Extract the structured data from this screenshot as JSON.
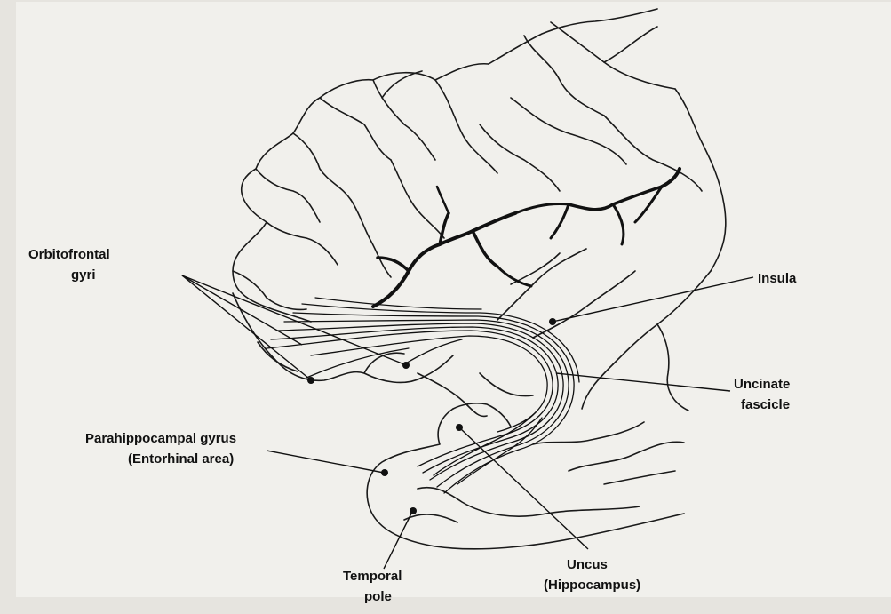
{
  "labels": {
    "orbitofrontal_1": "Orbitofrontal",
    "orbitofrontal_2": "gyri",
    "insula": "Insula",
    "uncinate_1": "Uncinate",
    "uncinate_2": "fascicle",
    "parahippocampal_1": "Parahippocampal gyrus",
    "parahippocampal_2": "(Entorhinal area)",
    "temporal_pole_1": "Temporal",
    "temporal_pole_2": "pole",
    "uncus_1": "Uncus",
    "uncus_2": "(Hippocampus)"
  },
  "colors": {
    "paper": "#f1f0ec",
    "ink": "#111111",
    "frame": "#d9d7d2"
  }
}
